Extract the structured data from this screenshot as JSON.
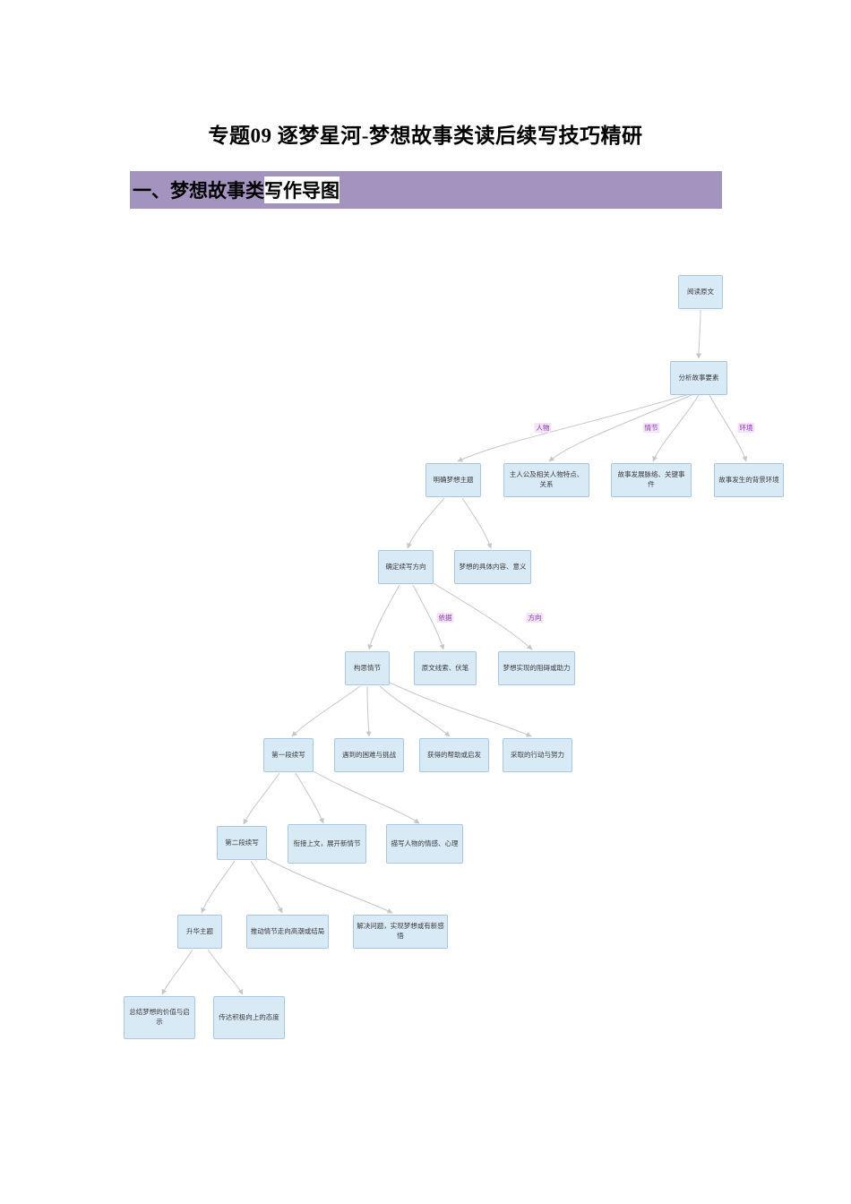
{
  "page": {
    "title": "专题09 逐梦星河-梦想故事类读后续写技巧精研",
    "section_heading": {
      "prefix": "一、梦想故事类",
      "highlight": "写作导图"
    }
  },
  "colors": {
    "banner_bg": "#a294bf",
    "node_bg": "#d9eaf7",
    "node_border": "#a9c7e2",
    "edge": "#c3c7cb",
    "edge_label_color": "#9038ab",
    "edge_label_bg": "#f0e4f6"
  },
  "diagram": {
    "nodes": [
      {
        "id": "read-original",
        "label": "阅读原文"
      },
      {
        "id": "analyze-story-elements",
        "label": "分析故事要素"
      },
      {
        "id": "clarify-dream-theme",
        "label": "明确梦想主题"
      },
      {
        "id": "protagonist-traits-relations",
        "label": "主人公及相关人物特点、关系"
      },
      {
        "id": "plot-development-key-events",
        "label": "故事发展脉络、关键事件"
      },
      {
        "id": "story-background-setting",
        "label": "故事发生的背景环境"
      },
      {
        "id": "determine-writing-direction",
        "label": "确定续写方向"
      },
      {
        "id": "dream-content-meaning",
        "label": "梦想的具体内容、意义"
      },
      {
        "id": "conceive-plot",
        "label": "构思情节"
      },
      {
        "id": "original-clues-foreshadowing",
        "label": "原文线索、伏笔"
      },
      {
        "id": "dream-obstacles-help",
        "label": "梦想实现的阻碍或助力"
      },
      {
        "id": "first-paragraph-continuation",
        "label": "第一段续写"
      },
      {
        "id": "difficulties-challenges",
        "label": "遇到的困难与挑战"
      },
      {
        "id": "help-or-inspiration",
        "label": "获得的帮助或启发"
      },
      {
        "id": "actions-efforts",
        "label": "采取的行动与努力"
      },
      {
        "id": "second-paragraph-continuation",
        "label": "第二段续写"
      },
      {
        "id": "connect-context-new-plot",
        "label": "衔接上文，展开新情节"
      },
      {
        "id": "describe-emotions-psychology",
        "label": "描写人物的情感、心理"
      },
      {
        "id": "sublimate-theme",
        "label": "升华主题"
      },
      {
        "id": "push-plot-climax-ending",
        "label": "推动情节走向高潮或结局"
      },
      {
        "id": "solve-problem-realize-dream",
        "label": "解决问题，实现梦想或有新感悟"
      },
      {
        "id": "summarize-dream-value",
        "label": "总结梦想的价值与启示"
      },
      {
        "id": "convey-positive-attitude",
        "label": "传达积极向上的态度"
      }
    ],
    "edge_labels": [
      {
        "id": "renwu",
        "label": "人物"
      },
      {
        "id": "qingjie",
        "label": "情节"
      },
      {
        "id": "huanjing",
        "label": "环境"
      },
      {
        "id": "yiju",
        "label": "依据"
      },
      {
        "id": "fangxiang",
        "label": "方向"
      }
    ]
  }
}
